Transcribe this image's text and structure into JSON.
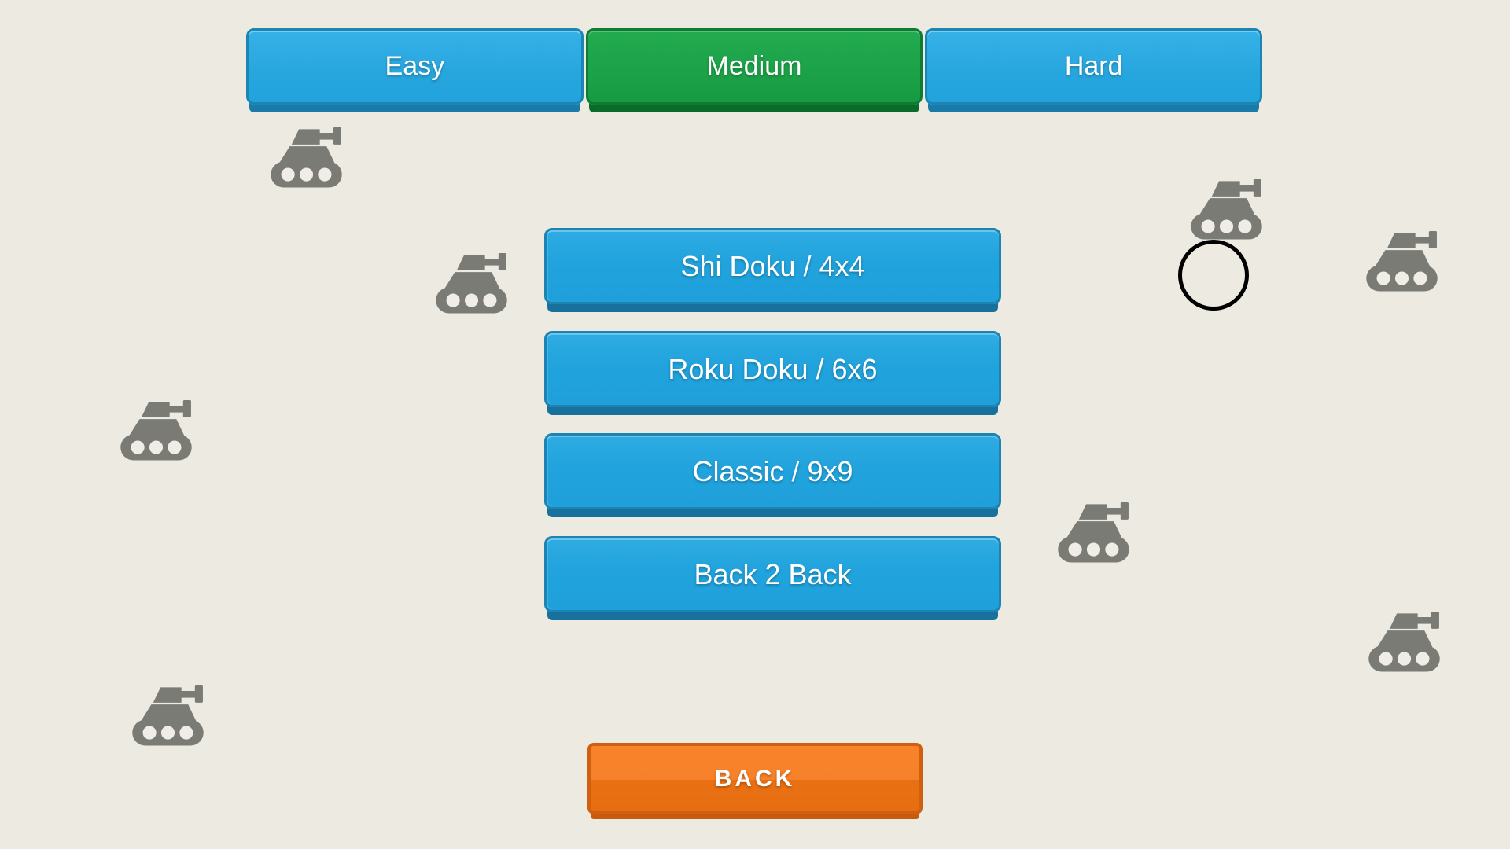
{
  "difficulty": {
    "items": [
      {
        "label": "Easy",
        "selected": false
      },
      {
        "label": "Medium",
        "selected": true
      },
      {
        "label": "Hard",
        "selected": false
      }
    ],
    "selected_label": "Medium"
  },
  "modes": {
    "items": [
      {
        "label": "Shi Doku / 4x4"
      },
      {
        "label": "Roku Doku / 6x6"
      },
      {
        "label": "Classic / 9x9"
      },
      {
        "label": "Back 2 Back"
      }
    ]
  },
  "navigation": {
    "back_label": "BACK"
  },
  "decorations": {
    "tank_icon": "gray-tank-facing-right",
    "tank_count": 8,
    "circle_marker": "black-circle-outline"
  },
  "colors": {
    "background": "#ECEAE1",
    "blue_button": "#21A3DD",
    "blue_button_border": "#1B84B2",
    "green_selected": "#1B9E44",
    "orange_back_top": "#F6812A",
    "orange_back_bottom": "#E97012",
    "tank_gray": "#7B7B76",
    "circle_stroke": "#000000",
    "button_text": "#FFFFFF"
  }
}
